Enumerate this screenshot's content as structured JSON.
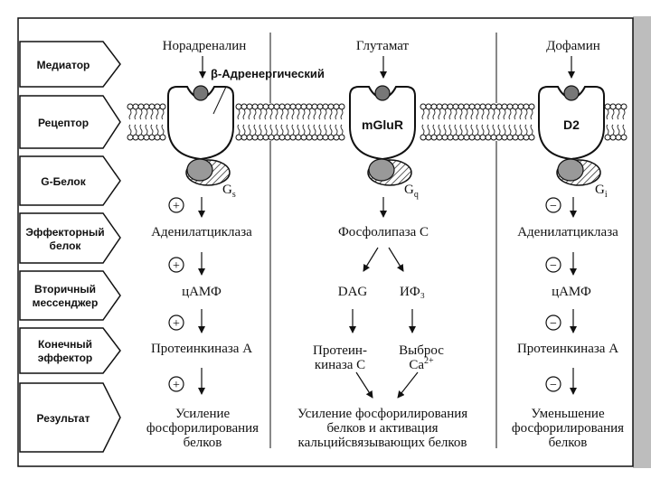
{
  "labels": {
    "row1": "Медиатор",
    "row2": "Рецептор",
    "row3": "G-Белок",
    "row4_a": "Эффекторный",
    "row4_b": "белок",
    "row5_a": "Вторичный",
    "row5_b": "мессенджер",
    "row6_a": "Конечный",
    "row6_b": "эффектор",
    "row7": "Результат"
  },
  "col1": {
    "mediator": "Норадреналин",
    "receptor": "β-Адренергический",
    "g_protein": "G",
    "g_sub": "s",
    "effector": "Аденилатциклаза",
    "messenger": "цАМФ",
    "final": "Протеинкиназа А",
    "result_1": "Усиление",
    "result_2": "фосфорилирования",
    "result_3": "белков",
    "sign": "+"
  },
  "col2": {
    "mediator": "Глутамат",
    "receptor": "mGluR",
    "g_protein": "G",
    "g_sub": "q",
    "effector": "Фосфолипаза С",
    "messenger_left": "DAG",
    "messenger_right": "ИФ₃",
    "final_left_1": "Протеин-",
    "final_left_2": "киназа С",
    "final_right_1": "Выброс",
    "final_right_2": "Ca",
    "final_right_sup": "2+",
    "result_1": "Усиление фосфорилирования",
    "result_2": "белков и активация",
    "result_3": "кальцийсвязывающих белков"
  },
  "col3": {
    "mediator": "Дофамин",
    "receptor": "D2",
    "g_protein": "G",
    "g_sub": "i",
    "effector": "Аденилатциклаза",
    "messenger": "цАМФ",
    "final": "Протеинкиназа А",
    "result_1": "Уменьшение",
    "result_2": "фосфорилирования",
    "result_3": "белков",
    "sign": "−"
  }
}
